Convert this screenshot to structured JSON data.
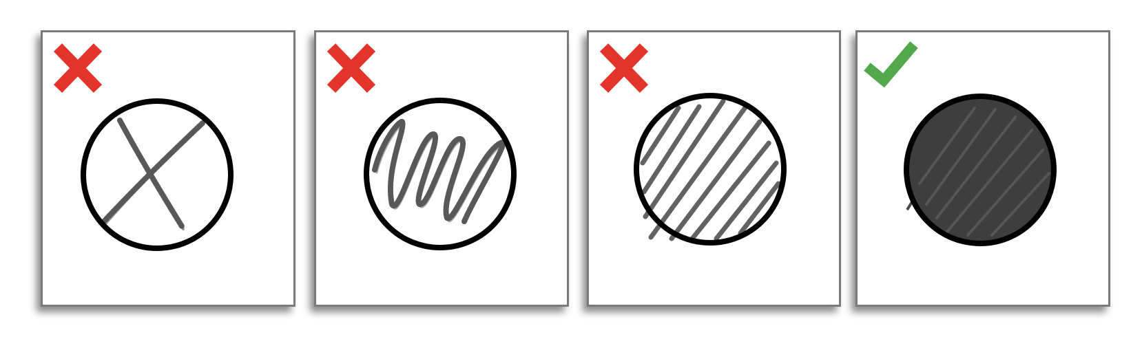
{
  "colors": {
    "cross": "#e2342a",
    "check": "#52a84a",
    "outline": "#000000",
    "pencil": "#3c3c3c",
    "card_border": "#7a7a7a"
  },
  "examples": [
    {
      "marker": "cross-icon",
      "correct": false,
      "fill_style": "single large X through circle"
    },
    {
      "marker": "cross-icon",
      "correct": false,
      "fill_style": "zigzag scribble"
    },
    {
      "marker": "cross-icon",
      "correct": false,
      "fill_style": "sparse diagonal hatching"
    },
    {
      "marker": "check-icon",
      "correct": true,
      "fill_style": "completely filled in"
    }
  ]
}
